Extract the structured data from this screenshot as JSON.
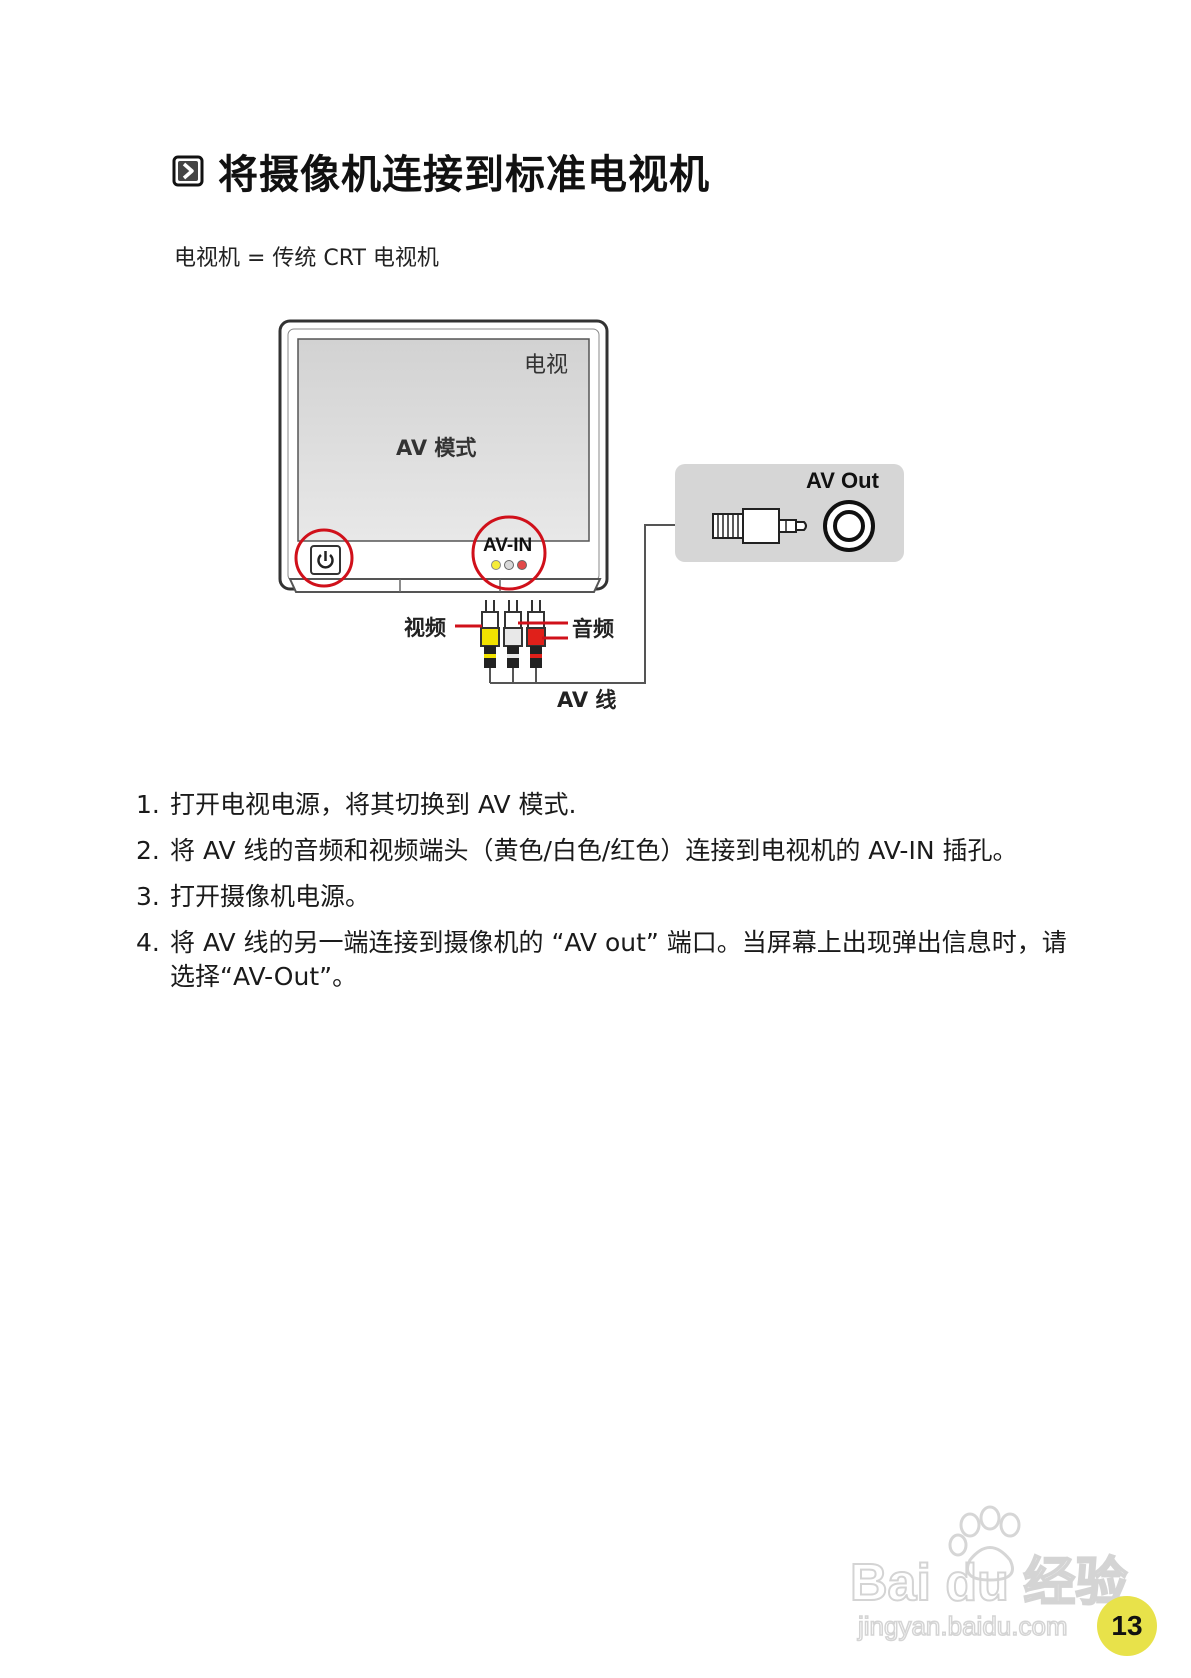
{
  "header": {
    "title": "将摄像机连接到标准电视机",
    "icon": "chevron-right-box-icon"
  },
  "subtitle": "电视机 = 传统 CRT 电视机",
  "diagram": {
    "tv_label": "电视",
    "screen_label": "AV 模式",
    "av_in_label": "AV-IN",
    "av_out_label": "AV Out",
    "video_label": "视频",
    "audio_label": "音频",
    "cable_label": "AV 线",
    "plug_colors": {
      "video": "#f2e200",
      "audio_white": "#e8e8e8",
      "audio_red": "#e0201a"
    },
    "highlight_color": "#d0101a"
  },
  "steps": [
    {
      "num": "1.",
      "text": "打开电视电源，将其切换到 AV 模式."
    },
    {
      "num": "2.",
      "text": "将 AV 线的音频和视频端头（黄色/白色/红色）连接到电视机的 AV-IN 插孔。"
    },
    {
      "num": "3.",
      "text": "打开摄像机电源。"
    },
    {
      "num": "4.",
      "text": "将 AV 线的另一端连接到摄像机的 “AV out” 端口。当屏幕上出现弹出信息时，请选择“AV-Out”。"
    }
  ],
  "watermark": {
    "brand": "Bai du 经验",
    "url": "jingyan.baidu.com"
  },
  "page_number": "13"
}
